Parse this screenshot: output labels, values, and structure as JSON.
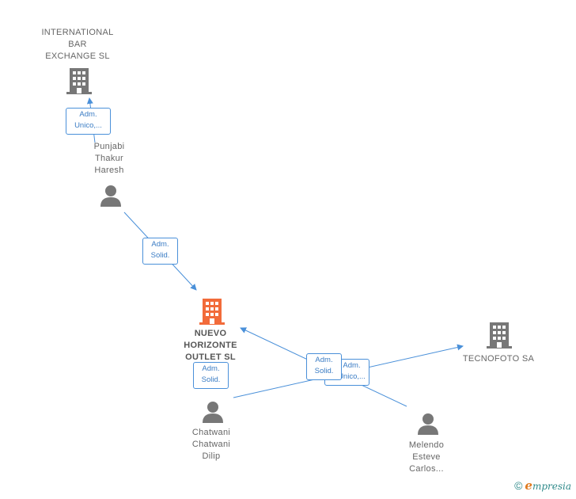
{
  "colors": {
    "edge": "#4a90d9",
    "company": "#777777",
    "company_main": "#f26b3a",
    "person": "#777777"
  },
  "nodes": {
    "international_bar": {
      "name": [
        "INTERNATIONAL",
        "BAR",
        "EXCHANGE  SL"
      ],
      "icon": "building-icon"
    },
    "punjabi": {
      "name": [
        "Punjabi",
        "Thakur",
        "Haresh"
      ],
      "icon": "person-icon"
    },
    "nuevo_horizonte": {
      "name": [
        "NUEVO",
        "HORIZONTE",
        "OUTLET  SL"
      ],
      "icon": "building-icon"
    },
    "tecnofoto": {
      "name": [
        "TECNOFOTO SA"
      ],
      "icon": "building-icon"
    },
    "chatwani": {
      "name": [
        "Chatwani",
        "Chatwani",
        "Dilip"
      ],
      "icon": "person-icon"
    },
    "melendo": {
      "name": [
        "Melendo",
        "Esteve",
        "Carlos..."
      ],
      "icon": "person-icon"
    }
  },
  "roles": {
    "punjabi_to_ibar": [
      "Adm.",
      "Unico,..."
    ],
    "punjabi_to_nuevo": [
      "Adm.",
      "Solid."
    ],
    "chatwani_to_nuevo": [
      "Adm.",
      "Solid."
    ],
    "melendo_to_nuevo": [
      "Adm.",
      "Solid."
    ],
    "chatwani_to_tecnofoto": [
      "Adm.",
      "Unico,..."
    ]
  },
  "brand": {
    "symbol": "©",
    "initial": "e",
    "rest": "mpresia"
  }
}
